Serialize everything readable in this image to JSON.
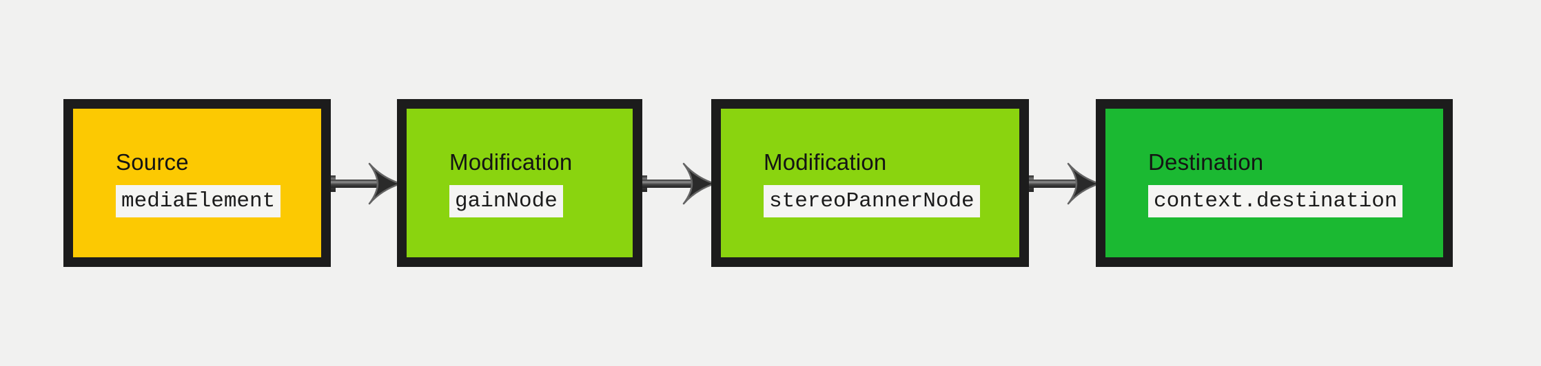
{
  "diagram": {
    "kind": "audio-graph-flow",
    "nodes": [
      {
        "title": "Source",
        "code": "mediaElement",
        "fill": "#fcc902"
      },
      {
        "title": "Modification",
        "code": "gainNode",
        "fill": "#8ad40f"
      },
      {
        "title": "Modification",
        "code": "stereoPannerNode",
        "fill": "#8ad40f"
      },
      {
        "title": "Destination",
        "code": "context.destination",
        "fill": "#1bb932"
      }
    ],
    "connectors": [
      {
        "from": "mediaElement",
        "to": "gainNode"
      },
      {
        "from": "gainNode",
        "to": "stereoPannerNode"
      },
      {
        "from": "stereoPannerNode",
        "to": "context.destination"
      }
    ]
  },
  "colors": {
    "background": "#f1f1f0",
    "node_border": "#1c1c1c",
    "title_text": "#141414",
    "code_text": "#1b1b1b",
    "code_background": "#f5f5f3",
    "connector_dark": "#2a2a2a",
    "connector_light": "#8f8f8f"
  }
}
